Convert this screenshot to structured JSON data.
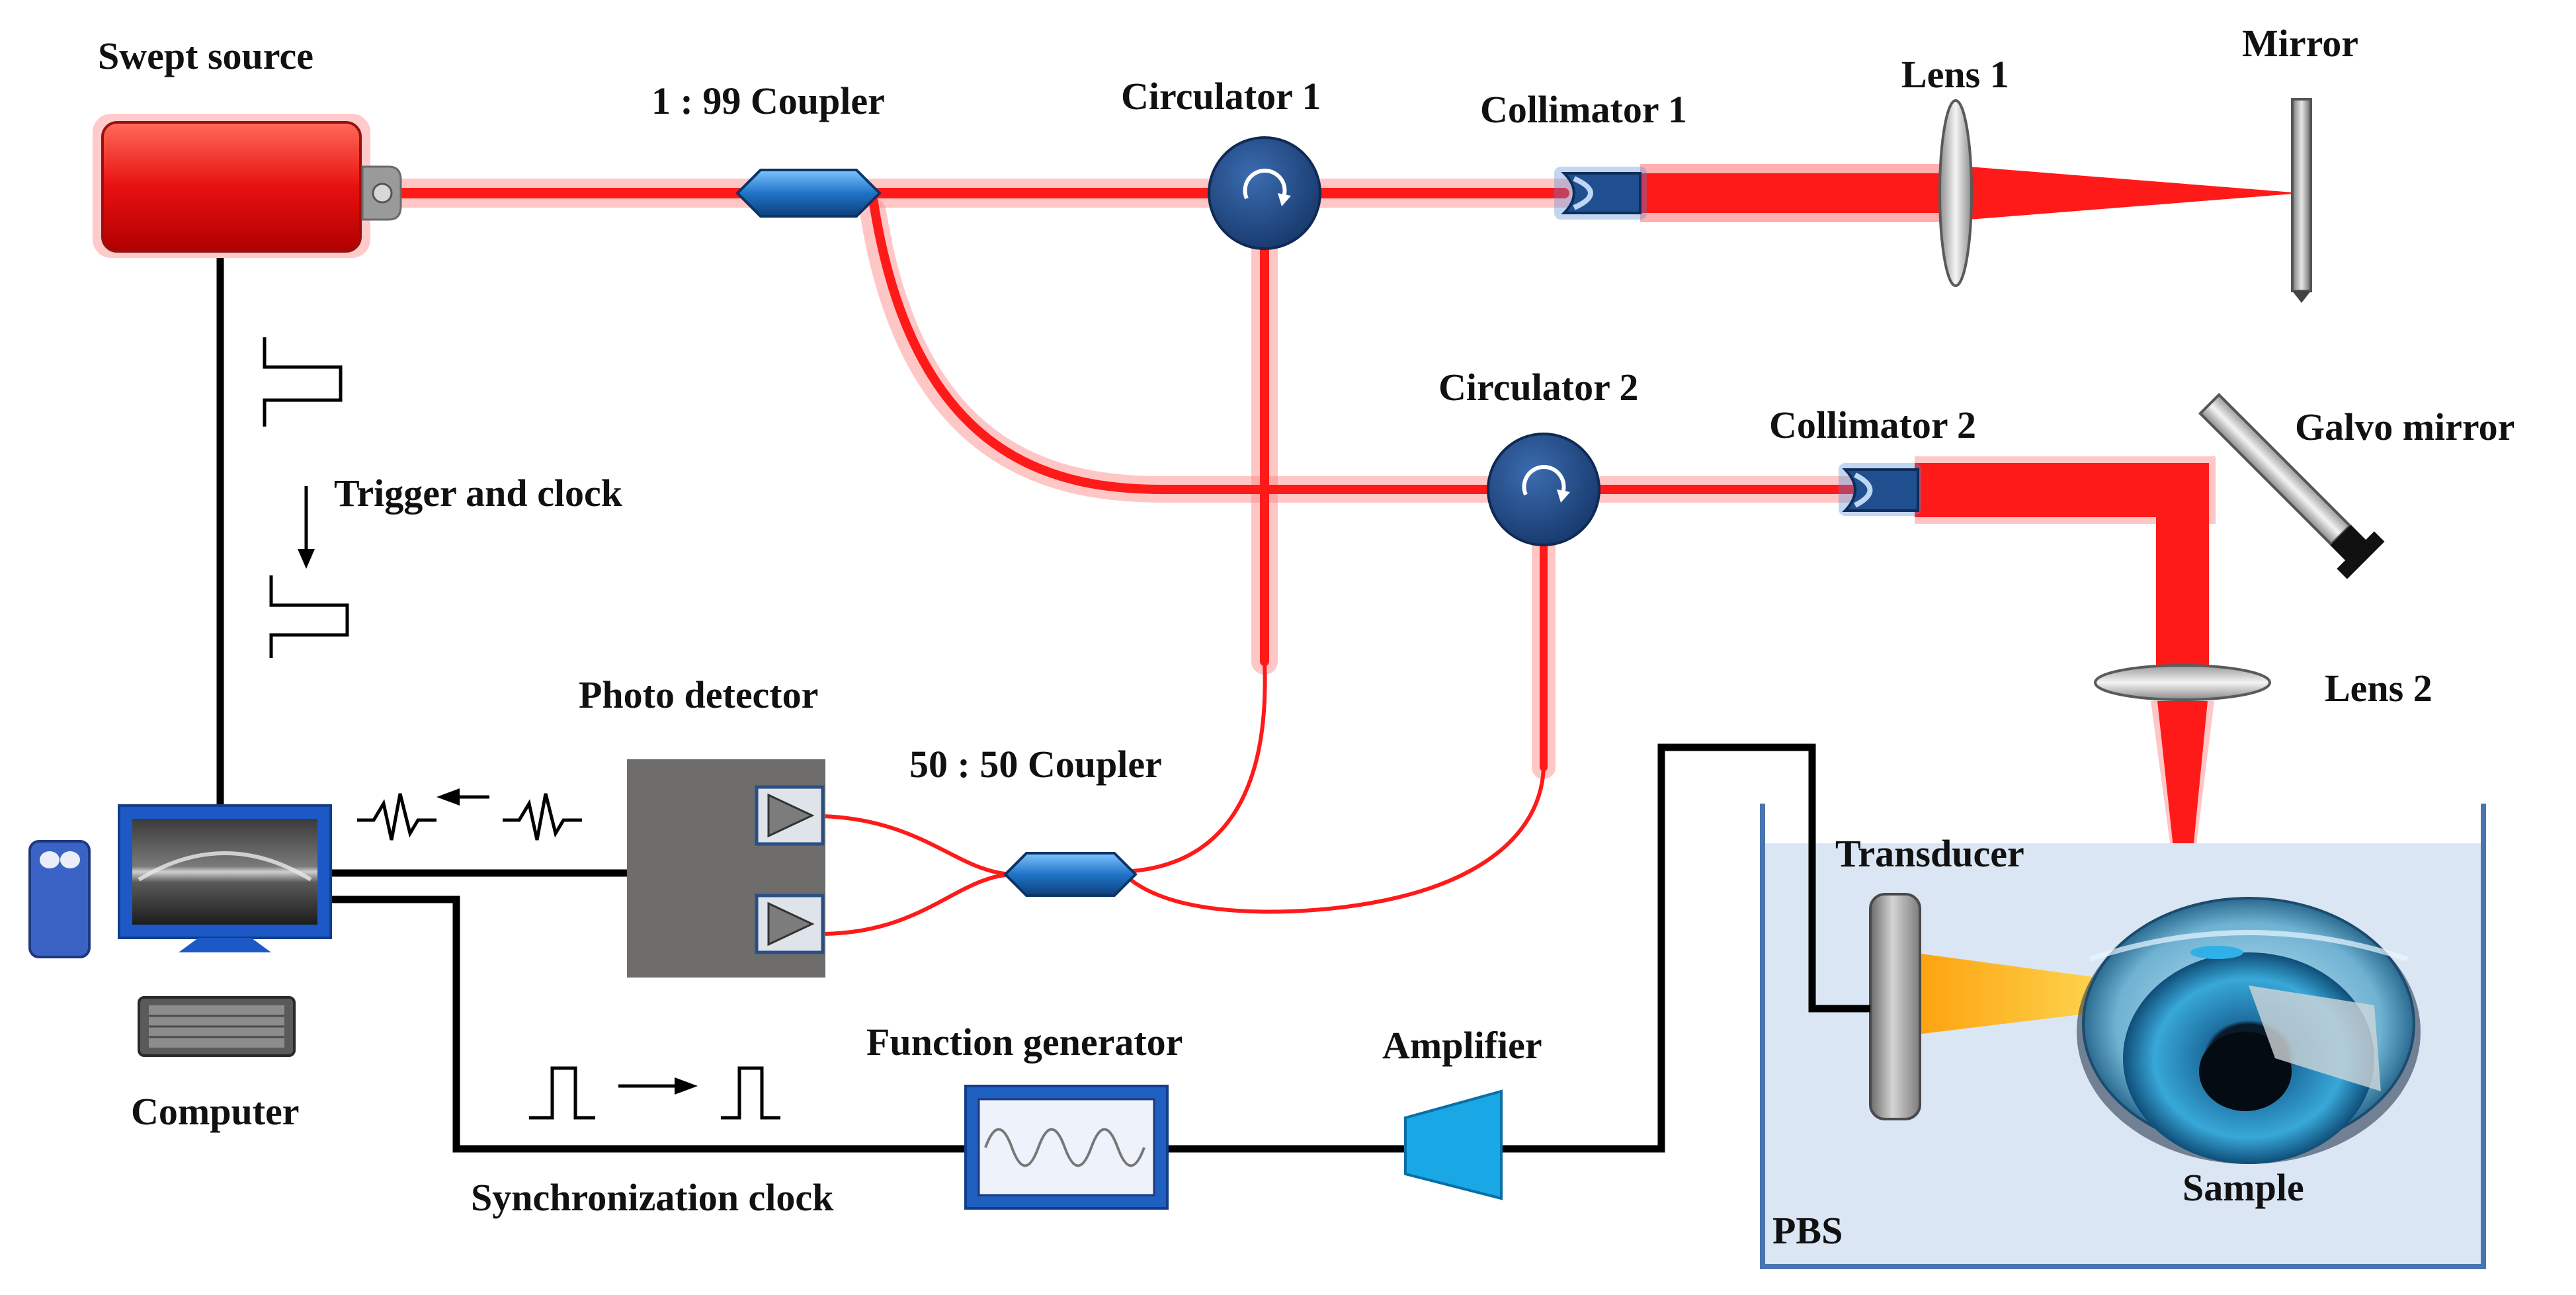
{
  "labels": {
    "swept_source": "Swept source",
    "coupler_1_99": "1 : 99 Coupler",
    "circulator_1": "Circulator 1",
    "collimator_1": "Collimator 1",
    "lens_1": "Lens 1",
    "mirror": "Mirror",
    "circulator_2": "Circulator 2",
    "collimator_2": "Collimator 2",
    "galvo_mirror": "Galvo mirror",
    "trigger_clock": "Trigger and clock",
    "lens_2": "Lens 2",
    "photo_detector": "Photo detector",
    "coupler_50_50": "50 : 50 Coupler",
    "transducer": "Transducer",
    "computer": "Computer",
    "function_generator": "Function generator",
    "amplifier": "Amplifier",
    "sample": "Sample",
    "sync_clock": "Synchronization clock",
    "pbs": "PBS"
  },
  "colors": {
    "laser": "#ff1a1a",
    "component_blue": "#1f4f8f",
    "coupler_blue": "#2f8ad8",
    "detector_gray": "#6f6c6c",
    "pbs_water": "#dbe6f4",
    "ultrasound_beam": "#ffb400",
    "amplifier_blue": "#1aa7e6"
  },
  "icons": {
    "circulator_arrow": "clockwise-arrow-icon",
    "detector_diode": "triangle-diode-icon"
  }
}
